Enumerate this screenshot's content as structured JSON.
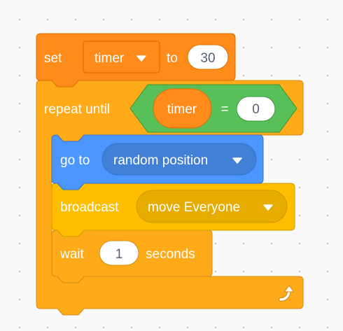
{
  "set_block": {
    "label": "set",
    "variable": "timer",
    "to_label": "to",
    "value": "30"
  },
  "repeat_block": {
    "label": "repeat until",
    "operator": "=",
    "variable": "timer",
    "compare_value": "0"
  },
  "goto_block": {
    "label": "go to",
    "target": "random position"
  },
  "broadcast_block": {
    "label": "broadcast",
    "message": "move Everyone"
  },
  "wait_block": {
    "label": "wait",
    "value": "1",
    "unit": "seconds"
  },
  "colors": {
    "control": "#ffab19",
    "control_border": "#cf8b17",
    "variables": "#ff8c1a",
    "variables_border": "#db6e00",
    "operators": "#59c059",
    "operators_border": "#389438",
    "motion": "#4c97ff",
    "motion_border": "#3373cc",
    "events": "#ffbf00",
    "events_border": "#cc9900"
  }
}
